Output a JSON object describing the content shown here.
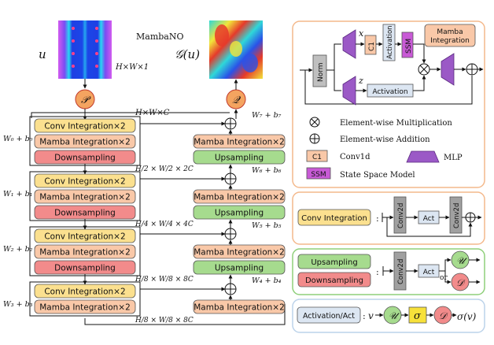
{
  "header": {
    "title": "MambaNO",
    "u_label": "u",
    "g_label": "𝒢(u)",
    "dims_in": "H×W×1",
    "p_op": "𝒫",
    "q_op": "𝒬",
    "dims_lift": "H×W×C"
  },
  "encoder": [
    {
      "conv": "Conv Integration×2",
      "mamba": "Mamba Integration×2",
      "down": "Downsampling",
      "w": "W₀ + b₀",
      "dims": "H/2 × W/2 × 2C"
    },
    {
      "conv": "Conv Integration×2",
      "mamba": "Mamba Integration×2",
      "down": "Downsampling",
      "w": "W₁ + b₁",
      "dims": "H/4 × W/4 × 4C"
    },
    {
      "conv": "Conv Integration×2",
      "mamba": "Mamba Integration×2",
      "down": "Downsampling",
      "w": "W₂ + b₂",
      "dims": "H/8 × W/8 × 8C"
    },
    {
      "conv": "Conv Integration×2",
      "mamba": "Mamba Integration×2",
      "w": "W₃ + b₃",
      "dims": "H/8 × W/8 × 8C"
    }
  ],
  "decoder": [
    {
      "mamba": "Mamba Integration×2",
      "up": "Upsampling",
      "skip": "W₇ + b₇"
    },
    {
      "mamba": "Mamba Integration×2",
      "up": "Upsampling",
      "skip": "W₆ + b₆"
    },
    {
      "mamba": "Mamba Integration×2",
      "up": "Upsampling",
      "skip": "W₅ + b₅"
    },
    {
      "mamba": "Mamba Integration×2",
      "skip": "W₄ + b₄"
    }
  ],
  "mamba_panel": {
    "norm": "Norm",
    "x": "x",
    "z": "z",
    "c1": "C1",
    "activation": "Activation",
    "ssm": "SSM",
    "title": "Mamba Integration",
    "activation2": "Activation"
  },
  "legend": {
    "mult": "Element-wise Multiplication",
    "add": "Element-wise Addition",
    "c1": "C1",
    "c1_desc": "Conv1d",
    "mlp": "MLP",
    "ssm": "SSM",
    "ssm_desc": "State Space Model"
  },
  "conv_panel": {
    "label": "Conv Integration",
    "conv2d_a": "Conv2d",
    "act": "Act",
    "conv2d_b": "Conv2d"
  },
  "updown_panel": {
    "up": "Upsampling",
    "down": "Downsampling",
    "conv2d": "Conv2d",
    "act": "Act",
    "or": "or",
    "u_op": "𝒰",
    "d_op": "𝒟"
  },
  "act_panel": {
    "label": "Activation/Act",
    "v": "v",
    "u_op": "𝒰",
    "sigma": "σ",
    "d_op": "𝒟",
    "out": "σ(v)"
  },
  "colors": {
    "conv": "#fbe08f",
    "mamba": "#f9c8a8",
    "down": "#f28b8b",
    "up": "#a6db8e",
    "ssm": "#c85ad6",
    "act_box": "#dce6f2",
    "norm": "#bfbfbf",
    "mlp": "#9b59c6",
    "op_circle": "#f4a460",
    "panel_top": "#f4b98c",
    "panel_conv": "#f4b98c",
    "panel_updown": "#8fcf7a"
  }
}
